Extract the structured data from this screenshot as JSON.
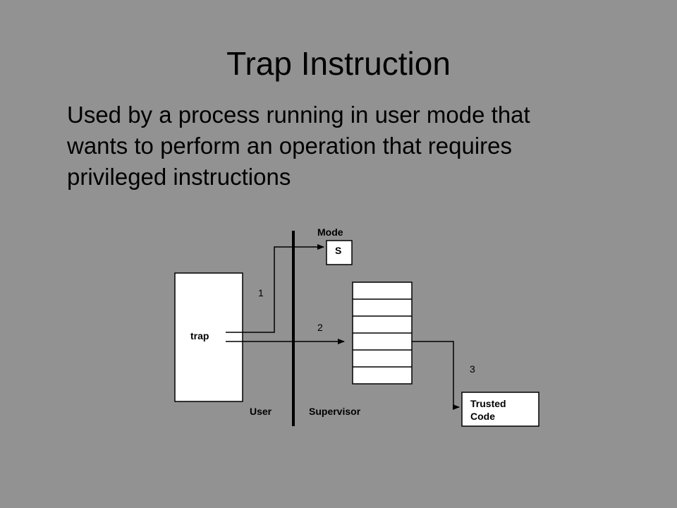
{
  "slide": {
    "title": "Trap Instruction",
    "body_lines": [
      "Used by a process running in user mode that",
      "wants to perform an operation that requires",
      "privileged  instructions"
    ]
  },
  "diagram": {
    "process_box_label": "trap",
    "mode_label": "Mode",
    "mode_value": "S",
    "step_numbers": [
      "1",
      "2",
      "3"
    ],
    "user_label": "User",
    "supervisor_label": "Supervisor",
    "trusted_code_label": [
      "Trusted",
      "Code"
    ]
  }
}
